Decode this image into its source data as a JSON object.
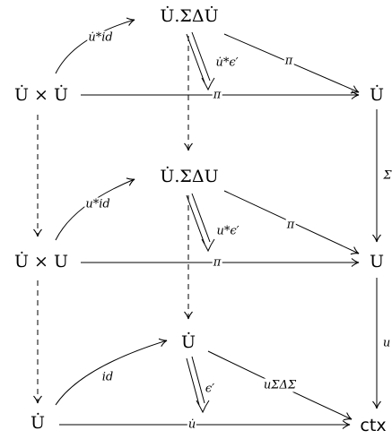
{
  "nodes": {
    "top_sigma_delta": "U̇.ΣΔU̇",
    "top_product": "U̇ × U̇",
    "top_right_u": "U̇",
    "mid_sigma_delta": "U̇.ΣΔU",
    "mid_product": "U̇ × U",
    "mid_right_u": "U",
    "bottom_u_dot_center": "U̇",
    "bottom_u_dot_left": "U̇",
    "ctx": "ctx"
  },
  "labels": {
    "top_udot_id": "u̇*id",
    "top_udot_eps": "u̇*ϵ′",
    "top_pi_diag": "π",
    "top_pi_horizontal": "π",
    "right_sigma": "Σ",
    "mid_u_id": "u*id",
    "mid_u_eps": "u*ϵ′",
    "mid_pi_diag": "π",
    "mid_pi_horizontal": "π",
    "right_u": "u",
    "bottom_id": "id",
    "bottom_eps": "ϵ′",
    "bottom_u_sigma": "uΣΔΣ",
    "bottom_udot": "u̇"
  }
}
